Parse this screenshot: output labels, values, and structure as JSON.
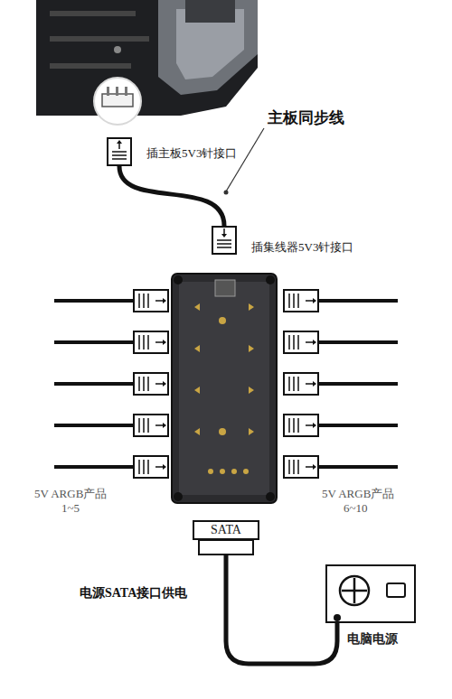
{
  "diagram": {
    "nodes": [
      {
        "text": [
          "插主板5V3针接口"
        ]
      },
      {
        "text": [
          "插集线器5V3针接口"
        ]
      },
      {
        "text": [
          "SATA"
        ]
      },
      {
        "text": [
          "电脑电源"
        ]
      }
    ],
    "edges": [
      {
        "from": 0,
        "to": 1,
        "arrow": "none"
      },
      {
        "from": 2,
        "to": 3,
        "arrow": "none"
      }
    ],
    "labels": [
      "主板同步线",
      "5V ARGB产品",
      "1~5",
      "5V ARGB产品",
      "6~10",
      "电源SATA接口供电"
    ]
  }
}
